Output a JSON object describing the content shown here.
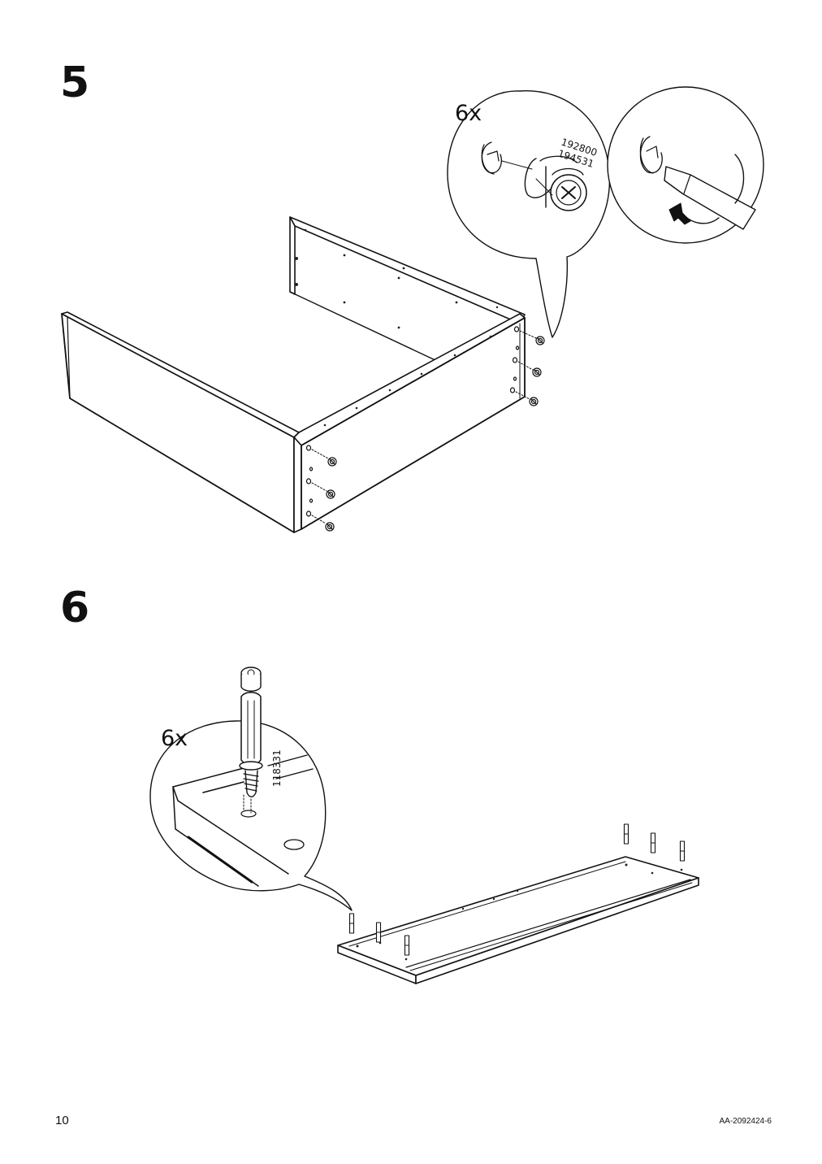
{
  "steps": [
    {
      "number": "5",
      "quantity": "6x",
      "part_codes": [
        "192800",
        "194531"
      ]
    },
    {
      "number": "6",
      "quantity": "6x",
      "part_codes": [
        "118331"
      ]
    }
  ],
  "footer": {
    "page_number": "10",
    "doc_id": "AA-2092424-6"
  },
  "icons": {
    "step5_left_detail": "cam-lock-insert-icon",
    "step5_right_detail": "screwdriver-turn-icon",
    "step6_detail": "cam-dowel-icon"
  }
}
